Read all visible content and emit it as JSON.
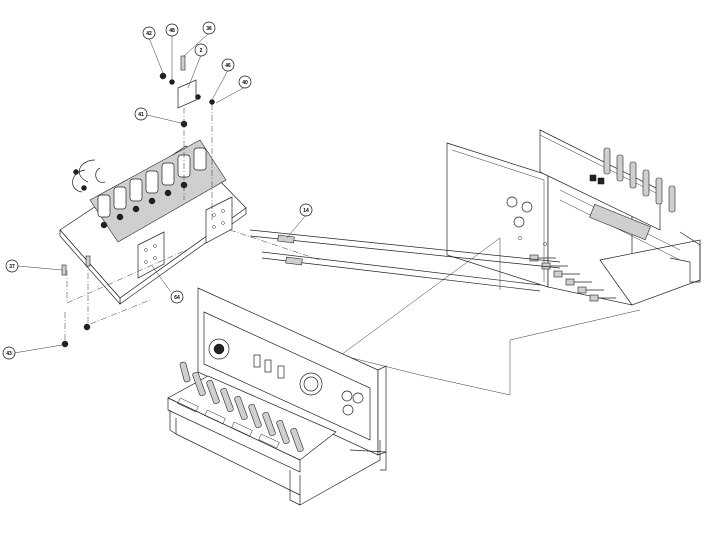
{
  "callouts": [
    {
      "id": "c42",
      "label": "42"
    },
    {
      "id": "c48",
      "label": "48"
    },
    {
      "id": "c36",
      "label": "36"
    },
    {
      "id": "c2",
      "label": "2"
    },
    {
      "id": "c46",
      "label": "46"
    },
    {
      "id": "c40",
      "label": "40"
    },
    {
      "id": "c41",
      "label": "41"
    },
    {
      "id": "c14",
      "label": "14"
    },
    {
      "id": "c37",
      "label": "37"
    },
    {
      "id": "c64",
      "label": "64"
    },
    {
      "id": "c43",
      "label": "43"
    }
  ]
}
